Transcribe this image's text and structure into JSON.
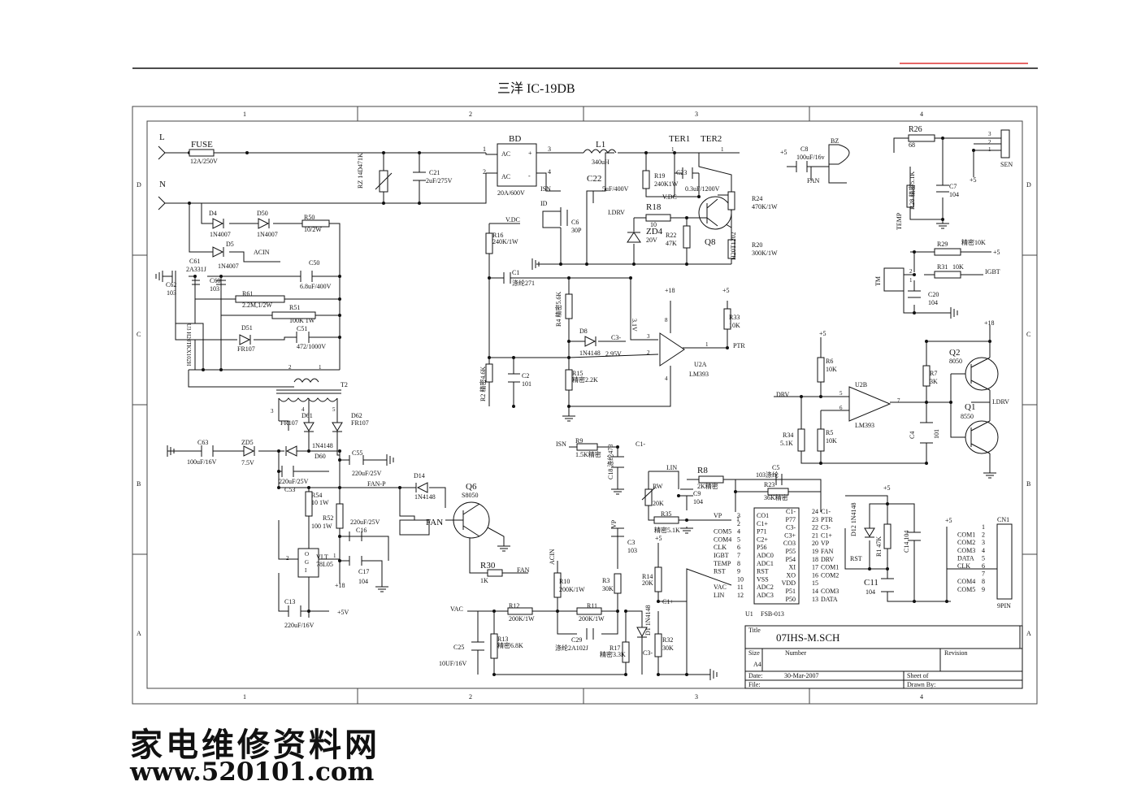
{
  "header": {
    "title": "三洋 IC-19DB"
  },
  "grid": {
    "columns": [
      "1",
      "2",
      "3",
      "4"
    ],
    "rows": [
      "D",
      "C",
      "B",
      "A"
    ]
  },
  "title_block": {
    "title_label": "Title",
    "title": "07IHS-M.SCH",
    "size_label": "Size",
    "size": "A4",
    "number_label": "Number",
    "revision_label": "Revision",
    "date_label": "Date:",
    "date": "30-Mar-2007",
    "sheet_label": "Sheet    of",
    "file_label": "File:",
    "drawn_label": "Drawn By:"
  },
  "watermark": {
    "line1": "家电维修资料网",
    "line2": "www.520101.com"
  },
  "labels": [
    {
      "id": "L",
      "text": "L"
    },
    {
      "id": "N",
      "text": "N"
    },
    {
      "id": "FUSE",
      "text": "FUSE"
    },
    {
      "id": "FUSEv",
      "text": "12A/250V"
    },
    {
      "id": "RZ",
      "text": "RZ  14D471K"
    },
    {
      "id": "C21",
      "text": "C21"
    },
    {
      "id": "C21v",
      "text": "2uF/275V"
    },
    {
      "id": "BD",
      "text": "BD"
    },
    {
      "id": "BDv",
      "text": "20A/600V"
    },
    {
      "id": "AC1",
      "text": "AC"
    },
    {
      "id": "AC2",
      "text": "AC"
    },
    {
      "id": "plus",
      "text": "+"
    },
    {
      "id": "minus",
      "text": "-"
    },
    {
      "id": "p1",
      "text": "1"
    },
    {
      "id": "p2",
      "text": "2"
    },
    {
      "id": "p3",
      "text": "3"
    },
    {
      "id": "p4",
      "text": "4"
    },
    {
      "id": "ISN1",
      "text": "ISN"
    },
    {
      "id": "ID",
      "text": "ID"
    },
    {
      "id": "C6",
      "text": "C6"
    },
    {
      "id": "C6v",
      "text": "30P"
    },
    {
      "id": "L1",
      "text": "L1"
    },
    {
      "id": "L1v",
      "text": "340uH"
    },
    {
      "id": "C22",
      "text": "C22"
    },
    {
      "id": "C22v",
      "text": "5uF/400V"
    },
    {
      "id": "TER1",
      "text": "TER1"
    },
    {
      "id": "TER2",
      "text": "TER2"
    },
    {
      "id": "R19",
      "text": "R19"
    },
    {
      "id": "R19v",
      "text": "240K1W"
    },
    {
      "id": "C23",
      "text": "C23"
    },
    {
      "id": "C23v",
      "text": "0.3uF/1200V"
    },
    {
      "id": "VDC1",
      "text": "V.DC"
    },
    {
      "id": "VDC2",
      "text": "V.DC"
    },
    {
      "id": "IDRV1",
      "text": "I.DRV"
    },
    {
      "id": "R18",
      "text": "R18"
    },
    {
      "id": "R18v",
      "text": "10"
    },
    {
      "id": "ZD4",
      "text": "ZD4"
    },
    {
      "id": "ZD4v",
      "text": "20V"
    },
    {
      "id": "R22",
      "text": "R22"
    },
    {
      "id": "R22v",
      "text": "47K"
    },
    {
      "id": "Q8",
      "text": "Q8"
    },
    {
      "id": "Q8v",
      "text": "H20T1202"
    },
    {
      "id": "R24",
      "text": "R24"
    },
    {
      "id": "R24v",
      "text": "470K/1W"
    },
    {
      "id": "R20",
      "text": "R20"
    },
    {
      "id": "R20v",
      "text": "300K/1W"
    },
    {
      "id": "R16",
      "text": "R16"
    },
    {
      "id": "R16v",
      "text": "240K/1W"
    },
    {
      "id": "C1",
      "text": "C1"
    },
    {
      "id": "C1v",
      "text": "涤纶271"
    },
    {
      "id": "C8",
      "text": "C8"
    },
    {
      "id": "C8v",
      "text": "100uF/16v"
    },
    {
      "id": "BZ",
      "text": "BZ"
    },
    {
      "id": "FAN1",
      "text": "FAN"
    },
    {
      "id": "p5v1",
      "text": "+5"
    },
    {
      "id": "R26",
      "text": "R26"
    },
    {
      "id": "R26v",
      "text": "68"
    },
    {
      "id": "R28",
      "text": "R28  精密5.1K"
    },
    {
      "id": "C7",
      "text": "C7"
    },
    {
      "id": "C7v",
      "text": "104"
    },
    {
      "id": "SEN",
      "text": "SEN"
    },
    {
      "id": "p5v2",
      "text": "+5"
    },
    {
      "id": "TEMP1",
      "text": "TEMP"
    },
    {
      "id": "R29",
      "text": "R29"
    },
    {
      "id": "R29v",
      "text": "精密10K"
    },
    {
      "id": "p5v3",
      "text": "+5"
    },
    {
      "id": "R31",
      "text": "R31"
    },
    {
      "id": "R31v",
      "text": "10K"
    },
    {
      "id": "IGBT1",
      "text": "IGBT"
    },
    {
      "id": "TM",
      "text": "TM"
    },
    {
      "id": "C20",
      "text": "C20"
    },
    {
      "id": "C20v",
      "text": "104"
    },
    {
      "id": "D4",
      "text": "D4"
    },
    {
      "id": "D4v",
      "text": "1N4007"
    },
    {
      "id": "D50",
      "text": "D50"
    },
    {
      "id": "D50v",
      "text": "1N4007"
    },
    {
      "id": "R50",
      "text": "R50"
    },
    {
      "id": "R50v",
      "text": "10/2W"
    },
    {
      "id": "D5",
      "text": "D5"
    },
    {
      "id": "D5v",
      "text": "1N4007"
    },
    {
      "id": "ACIN1",
      "text": "ACIN"
    },
    {
      "id": "C61",
      "text": "C61"
    },
    {
      "id": "C61v",
      "text": "2A331J"
    },
    {
      "id": "C62",
      "text": "C62"
    },
    {
      "id": "C62v",
      "text": "103"
    },
    {
      "id": "C60",
      "text": "C60"
    },
    {
      "id": "C60v",
      "text": "103"
    },
    {
      "id": "C50",
      "text": "C50"
    },
    {
      "id": "C50v",
      "text": "6.8uF/400V"
    },
    {
      "id": "R61",
      "text": "R61"
    },
    {
      "id": "R61v",
      "text": "2.2M,1/2W"
    },
    {
      "id": "R51",
      "text": "R51"
    },
    {
      "id": "R51v",
      "text": "100K  1W"
    },
    {
      "id": "U3",
      "text": "U3  H20TKX102H"
    },
    {
      "id": "D51",
      "text": "D51"
    },
    {
      "id": "D51v",
      "text": "FR107"
    },
    {
      "id": "C51",
      "text": "C51"
    },
    {
      "id": "C51v",
      "text": "472/1000V"
    },
    {
      "id": "T2",
      "text": "T2"
    },
    {
      "id": "D61",
      "text": "D61"
    },
    {
      "id": "D61v",
      "text": "FR107"
    },
    {
      "id": "D62",
      "text": "D62"
    },
    {
      "id": "D62v",
      "text": "FR107"
    },
    {
      "id": "C63",
      "text": "C63"
    },
    {
      "id": "C63v",
      "text": "100uF/16V"
    },
    {
      "id": "ZD5",
      "text": "ZD5"
    },
    {
      "id": "ZD5v",
      "text": "7.5V"
    },
    {
      "id": "D60",
      "text": "1N4148"
    },
    {
      "id": "D60n",
      "text": "D60"
    },
    {
      "id": "C55",
      "text": "C55"
    },
    {
      "id": "C55v",
      "text": "220uF/25V"
    },
    {
      "id": "C53",
      "text": "C53"
    },
    {
      "id": "C53v",
      "text": "220uF/25V"
    },
    {
      "id": "FANP",
      "text": "FAN-P"
    },
    {
      "id": "R54",
      "text": "R54"
    },
    {
      "id": "R54v",
      "text": "10  1W"
    },
    {
      "id": "R52",
      "text": "R52"
    },
    {
      "id": "R52v",
      "text": "100    1W"
    },
    {
      "id": "C16",
      "text": "C16"
    },
    {
      "id": "C16v",
      "text": "220uF/25V"
    },
    {
      "id": "C17",
      "text": "C17"
    },
    {
      "id": "C17v",
      "text": "104"
    },
    {
      "id": "VLT",
      "text": "VLT"
    },
    {
      "id": "VLTv",
      "text": "78L05"
    },
    {
      "id": "p18a",
      "text": "+18"
    },
    {
      "id": "C13",
      "text": "C13"
    },
    {
      "id": "C13v",
      "text": "220uF/16V"
    },
    {
      "id": "p5v4",
      "text": "+5V"
    },
    {
      "id": "D14",
      "text": "D14"
    },
    {
      "id": "D14v",
      "text": "1N4148"
    },
    {
      "id": "Q6",
      "text": "Q6"
    },
    {
      "id": "Q6v",
      "text": "S8050"
    },
    {
      "id": "FAN2",
      "text": "FAN"
    },
    {
      "id": "R30",
      "text": "R30"
    },
    {
      "id": "R30v",
      "text": "1K"
    },
    {
      "id": "FAN3",
      "text": "FAN"
    },
    {
      "id": "R4",
      "text": "R4  精密5.6K"
    },
    {
      "id": "D8",
      "text": "D8"
    },
    {
      "id": "D8v",
      "text": "1N4148"
    },
    {
      "id": "C3m",
      "text": "C3-"
    },
    {
      "id": "v295",
      "text": "2.95V"
    },
    {
      "id": "v31",
      "text": "3.1V"
    },
    {
      "id": "R2",
      "text": "R2  精密4.6K"
    },
    {
      "id": "C2",
      "text": "C2"
    },
    {
      "id": "C2v",
      "text": "101"
    },
    {
      "id": "R15",
      "text": "R15"
    },
    {
      "id": "R15v",
      "text": "精密2.2K"
    },
    {
      "id": "p18b",
      "text": "+18"
    },
    {
      "id": "p5v5",
      "text": "+5"
    },
    {
      "id": "R33",
      "text": "R33"
    },
    {
      "id": "R33v",
      "text": "10K"
    },
    {
      "id": "PTR1",
      "text": "PTR"
    },
    {
      "id": "U2A",
      "text": "U2A"
    },
    {
      "id": "U2Av",
      "text": "LM393"
    },
    {
      "id": "ISN2",
      "text": "ISN"
    },
    {
      "id": "R9",
      "text": "R9"
    },
    {
      "id": "R9v",
      "text": "1.5K精密"
    },
    {
      "id": "C1m",
      "text": "C1-"
    },
    {
      "id": "C18",
      "text": "C18  涤纶473"
    },
    {
      "id": "IIN",
      "text": "I.IN"
    },
    {
      "id": "R8",
      "text": "R8"
    },
    {
      "id": "R8v",
      "text": "2K精密"
    },
    {
      "id": "RW",
      "text": "RW"
    },
    {
      "id": "RWv",
      "text": "20K"
    },
    {
      "id": "C9",
      "text": "C9"
    },
    {
      "id": "C9v",
      "text": "104"
    },
    {
      "id": "C5",
      "text": "C5"
    },
    {
      "id": "C5v",
      "text": "103涤纶"
    },
    {
      "id": "R23",
      "text": "R23"
    },
    {
      "id": "R23v",
      "text": "36K精密"
    },
    {
      "id": "R35",
      "text": "R35"
    },
    {
      "id": "R35v",
      "text": "精密5.1K"
    },
    {
      "id": "VP1",
      "text": "VP"
    },
    {
      "id": "C3",
      "text": "C3"
    },
    {
      "id": "C3v",
      "text": "103"
    },
    {
      "id": "p5v6",
      "text": "+5"
    },
    {
      "id": "R14",
      "text": "R14"
    },
    {
      "id": "R14v",
      "text": "20K"
    },
    {
      "id": "ACIN2",
      "text": "ACIN"
    },
    {
      "id": "R10",
      "text": "R10"
    },
    {
      "id": "R10v",
      "text": "200K/1W"
    },
    {
      "id": "R3",
      "text": "R3"
    },
    {
      "id": "R3v",
      "text": "30K"
    },
    {
      "id": "C1p",
      "text": "C1+"
    },
    {
      "id": "VAC1",
      "text": "VAC"
    },
    {
      "id": "R12",
      "text": "R12"
    },
    {
      "id": "R12v",
      "text": "200K/1W"
    },
    {
      "id": "R11",
      "text": "R11"
    },
    {
      "id": "R11v",
      "text": "200K/1W"
    },
    {
      "id": "D1",
      "text": "D1  1N4148"
    },
    {
      "id": "C29",
      "text": "C29"
    },
    {
      "id": "C29v",
      "text": "涤纶2A102J"
    },
    {
      "id": "R17",
      "text": "R17"
    },
    {
      "id": "R17v",
      "text": "精密3.3K"
    },
    {
      "id": "R32",
      "text": "R32"
    },
    {
      "id": "R32v",
      "text": "30K"
    },
    {
      "id": "C3m2",
      "text": "C3-"
    },
    {
      "id": "R13",
      "text": "R13"
    },
    {
      "id": "R13v",
      "text": "精密6.8K"
    },
    {
      "id": "C25",
      "text": "C25"
    },
    {
      "id": "C25v",
      "text": "10UF/16V"
    },
    {
      "id": "p5v7",
      "text": "+5"
    },
    {
      "id": "R6",
      "text": "R6"
    },
    {
      "id": "R6v",
      "text": "10K"
    },
    {
      "id": "U2B",
      "text": "U2B"
    },
    {
      "id": "U2Bv",
      "text": "LM393"
    },
    {
      "id": "DRV1",
      "text": "DRV"
    },
    {
      "id": "R34",
      "text": "R34"
    },
    {
      "id": "R34v",
      "text": "5.1K"
    },
    {
      "id": "R5",
      "text": "R5"
    },
    {
      "id": "R5v",
      "text": "10K"
    },
    {
      "id": "C4",
      "text": "C4"
    },
    {
      "id": "C4v",
      "text": "101"
    },
    {
      "id": "p18c",
      "text": "+18"
    },
    {
      "id": "R7",
      "text": "R7"
    },
    {
      "id": "R7v",
      "text": "3K"
    },
    {
      "id": "Q2",
      "text": "Q2"
    },
    {
      "id": "Q2v",
      "text": "8050"
    },
    {
      "id": "Q1",
      "text": "Q1"
    },
    {
      "id": "Q1v",
      "text": "8550"
    },
    {
      "id": "IDRV2",
      "text": "I.DRV"
    },
    {
      "id": "p5v8",
      "text": "+5"
    },
    {
      "id": "D12",
      "text": "D12  1N4148"
    },
    {
      "id": "R1",
      "text": "R1  47K"
    },
    {
      "id": "C14",
      "text": "C14  104"
    },
    {
      "id": "RST0",
      "text": "RST"
    },
    {
      "id": "C11",
      "text": "C11"
    },
    {
      "id": "C11v",
      "text": "104"
    },
    {
      "id": "p5v9",
      "text": "+5"
    },
    {
      "id": "CN1",
      "text": "CN1"
    },
    {
      "id": "CN1v",
      "text": "9PIN"
    },
    {
      "id": "U1",
      "text": "U1"
    },
    {
      "id": "U1v",
      "text": "FSB-013"
    }
  ],
  "u1_left": [
    {
      "net": "VP",
      "pin": "3",
      "name": "CO1"
    },
    {
      "net": "",
      "pin": "2",
      "name": "C1+"
    },
    {
      "net": "COM5",
      "pin": "4",
      "name": "P71"
    },
    {
      "net": "COM4",
      "pin": "5",
      "name": "C2+"
    },
    {
      "net": "CLK",
      "pin": "6",
      "name": "P56"
    },
    {
      "net": "IGBT",
      "pin": "7",
      "name": "ADC0"
    },
    {
      "net": "TEMP",
      "pin": "8",
      "name": "ADC1"
    },
    {
      "net": "RST",
      "pin": "9",
      "name": "RST"
    },
    {
      "net": "",
      "pin": "10",
      "name": "VSS"
    },
    {
      "net": "VAC",
      "pin": "11",
      "name": "ADC2"
    },
    {
      "net": "LIN",
      "pin": "12",
      "name": "ADC3"
    }
  ],
  "u1_right": [
    {
      "name": "C1-",
      "pin": "24",
      "net": "C1-"
    },
    {
      "name": "P77",
      "pin": "23",
      "net": "PTR"
    },
    {
      "name": "C3-",
      "pin": "22",
      "net": "C3-"
    },
    {
      "name": "C3+",
      "pin": "21",
      "net": "C1+"
    },
    {
      "name": "CO3",
      "pin": "20",
      "net": "VP"
    },
    {
      "name": "P55",
      "pin": "19",
      "net": "FAN"
    },
    {
      "name": "P54",
      "pin": "18",
      "net": "DRV"
    },
    {
      "name": "XI",
      "pin": "17",
      "net": "COM1"
    },
    {
      "name": "XO",
      "pin": "16",
      "net": "COM2"
    },
    {
      "name": "VDD",
      "pin": "15",
      "net": ""
    },
    {
      "name": "P51",
      "pin": "14",
      "net": "COM3"
    },
    {
      "name": "P50",
      "pin": "13",
      "net": "DATA"
    }
  ],
  "u1_pin1": "1",
  "cn1_pins": [
    {
      "pin": "1",
      "net": ""
    },
    {
      "pin": "2",
      "net": "COM1"
    },
    {
      "pin": "3",
      "net": "COM2"
    },
    {
      "pin": "4",
      "net": "COM3"
    },
    {
      "pin": "5",
      "net": "DATA"
    },
    {
      "pin": "6",
      "net": "CLK"
    },
    {
      "pin": "7",
      "net": ""
    },
    {
      "pin": "8",
      "net": "COM4"
    },
    {
      "pin": "9",
      "net": "COM5"
    }
  ],
  "misc_pins": [
    {
      "id": "sen3",
      "text": "3"
    },
    {
      "id": "sen2",
      "text": "2"
    },
    {
      "id": "sen1",
      "text": "1"
    },
    {
      "id": "tm2",
      "text": "2"
    },
    {
      "id": "tm1",
      "text": "1"
    },
    {
      "id": "u2a8",
      "text": "8"
    },
    {
      "id": "u2a3",
      "text": "3"
    },
    {
      "id": "u2a2",
      "text": "2"
    },
    {
      "id": "u2a1",
      "text": "1"
    },
    {
      "id": "u2a4",
      "text": "4"
    },
    {
      "id": "u2b5",
      "text": "5"
    },
    {
      "id": "u2b6",
      "text": "6"
    },
    {
      "id": "u2b7",
      "text": "7"
    },
    {
      "id": "t2a",
      "text": "2"
    },
    {
      "id": "t2b",
      "text": "1"
    },
    {
      "id": "t2c",
      "text": "3"
    },
    {
      "id": "t2d",
      "text": "4"
    },
    {
      "id": "t2e",
      "text": "5"
    },
    {
      "id": "vlt1",
      "text": "1"
    },
    {
      "id": "vlt2",
      "text": "2"
    },
    {
      "id": "vltG",
      "text": "G"
    },
    {
      "id": "vltO",
      "text": "O"
    },
    {
      "id": "vltI",
      "text": "I"
    },
    {
      "id": "ter1",
      "text": "1"
    },
    {
      "id": "ter2",
      "text": "1"
    }
  ]
}
